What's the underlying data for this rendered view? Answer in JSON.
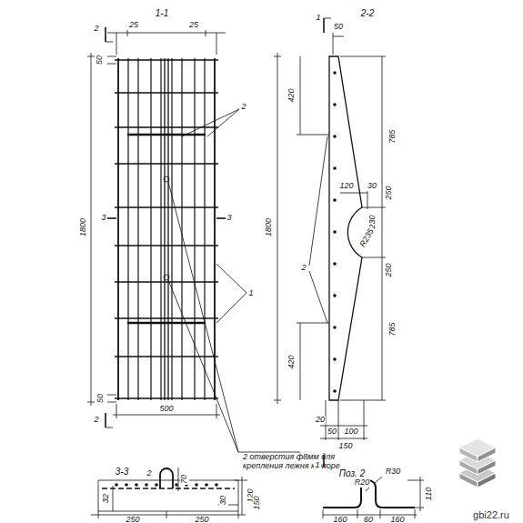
{
  "diagram": {
    "labels": [
      "1-1",
      "2",
      "25",
      "25",
      "50",
      "1800",
      "3",
      "3",
      "2",
      "1",
      "50",
      "2",
      "500",
      "2 отверстия ф8мм для крепления лежня к опоре",
      "2-2",
      "1",
      "50",
      "420",
      "785",
      "120",
      "30",
      "250",
      "230",
      "R235",
      "250",
      "1800",
      "2",
      "785",
      "420",
      "20",
      "50",
      "100",
      "150",
      "1",
      "3-3",
      "2",
      "70",
      "32",
      "120",
      "150",
      "30",
      "250",
      "250",
      "Поз. 2",
      "R30",
      "R20",
      "110",
      "160",
      "60",
      "160",
      "gbi22.ru"
    ]
  }
}
